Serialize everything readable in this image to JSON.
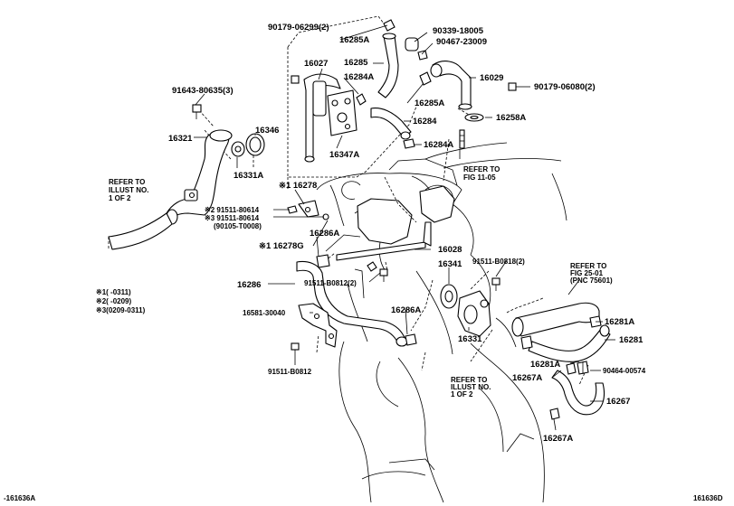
{
  "labels": {
    "p90179_06299": "90179-06299(2)",
    "p16285a_top": "16285A",
    "p90339_18005": "90339-18005",
    "p90467_23009": "90467-23009",
    "p16285": "16285",
    "p16029": "16029",
    "p90179_06080": "90179-06080(2)",
    "p16027": "16027",
    "p16284a_top": "16284A",
    "p16285a_mid": "16285A",
    "p16258a": "16258A",
    "p91643_80635": "91643-80635(3)",
    "p16284": "16284",
    "p16346": "16346",
    "p16321": "16321",
    "p16347a": "16347A",
    "p16284a_mid": "16284A",
    "p16331a": "16331A",
    "refer_1105_l1": "REFER TO",
    "refer_1105_l2": "FIG 11-05",
    "refer_illust_top_l1": "REFER TO",
    "refer_illust_top_l2": "ILLUST NO.",
    "refer_illust_top_l3": "1 OF 2",
    "p16278": "※1 16278",
    "p91511_80614_a": "※2 91511-80614",
    "p91511_80614_b": "※3 91511-80614",
    "p90105_t0008": "(90105-T0008)",
    "p16286a_top": "16286A",
    "p16278g": "※1 16278G",
    "p16028": "16028",
    "p91511_b0818": "91511-B0818(2)",
    "refer_2501_l1": "REFER TO",
    "refer_2501_l2": "FIG 25-01",
    "refer_2501_l3": "(PNC 75601)",
    "p16341": "16341",
    "p16286": "16286",
    "p91511_b0812_2": "91511-B0812(2)",
    "note1": "※1(     -0311)",
    "note2": "※2(     -0209)",
    "note3": "※3(0209-0311)",
    "p16581_30040": "16581-30040",
    "p16286a_bot": "16286A",
    "p16281a_top": "16281A",
    "p16331": "16331",
    "p16281": "16281",
    "p16281a_bot": "16281A",
    "p90464_00574": "90464-00574",
    "p16267a_top": "16267A",
    "p91511_b0812": "91511-B0812",
    "refer_illust_bot_l1": "REFER TO",
    "refer_illust_bot_l2": "ILLUST NO.",
    "refer_illust_bot_l3": "1 OF 2",
    "p16267": "16267",
    "p16267a_bot": "16267A",
    "code_left": "-161636A",
    "code_right": "161636D"
  }
}
